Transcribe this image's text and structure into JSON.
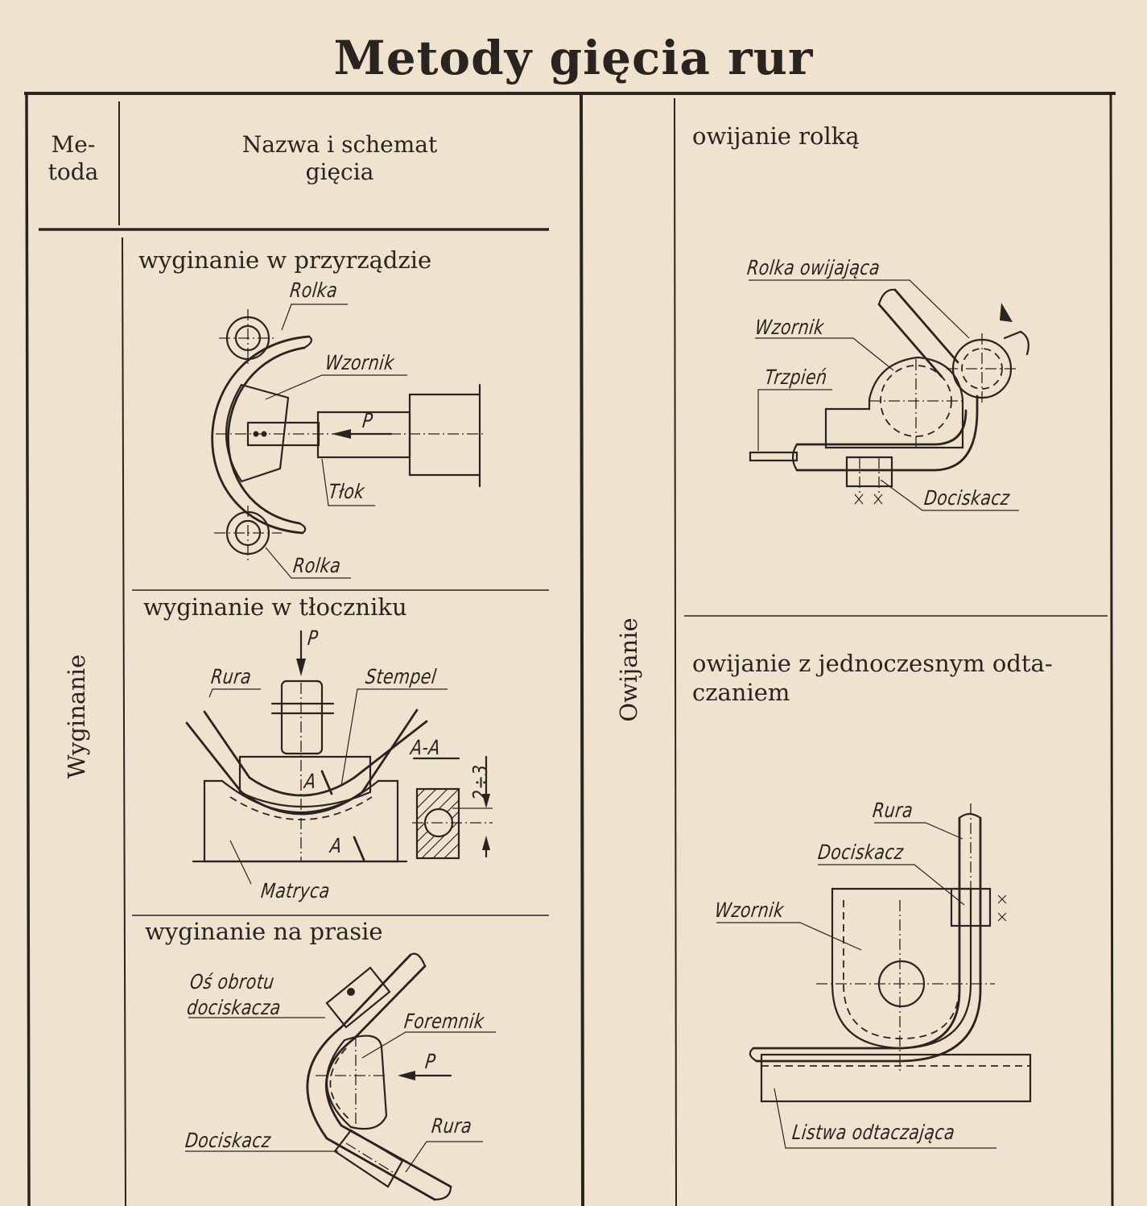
{
  "title": "Metody gięcia rur",
  "headers": {
    "method_line1": "Me-",
    "method_line2": "toda",
    "name_line1": "Nazwa i schemat",
    "name_line2": "gięcia"
  },
  "groups": {
    "left": "Wyginanie",
    "right": "Owijanie"
  },
  "sections": {
    "fixture": {
      "title": "wyginanie w przyrządzie",
      "labels": {
        "roller_top": "Rolka",
        "template": "Wzornik",
        "force": "P",
        "piston": "Tłok",
        "roller_bottom": "Rolka"
      }
    },
    "die": {
      "title": "wyginanie w tłoczniku",
      "labels": {
        "force": "P",
        "pipe": "Rura",
        "punch": "Stempel",
        "section": "A-A",
        "dimension": "2÷3",
        "section_mark_1": "A",
        "section_mark_2": "A",
        "matrix": "Matryca"
      }
    },
    "press": {
      "title": "wyginanie na prasie",
      "labels": {
        "axis_line1": "Oś obrotu",
        "axis_line2": "dociskacza",
        "former": "Foremnik",
        "force": "P",
        "clamp": "Dociskacz",
        "pipe": "Rura"
      }
    },
    "roller_wrap": {
      "title": "owijanie rolką",
      "labels": {
        "roller": "Rolka owijająca",
        "template": "Wzornik",
        "mandrel": "Trzpień",
        "clamp": "Dociskacz"
      }
    },
    "wrap_rolling": {
      "title_line1": "owijanie z jednoczesnym odta-",
      "title_line2": "czaniem",
      "labels": {
        "pipe": "Rura",
        "clamp": "Dociskacz",
        "template": "Wzornik",
        "strip": "Listwa odtaczająca"
      }
    }
  }
}
